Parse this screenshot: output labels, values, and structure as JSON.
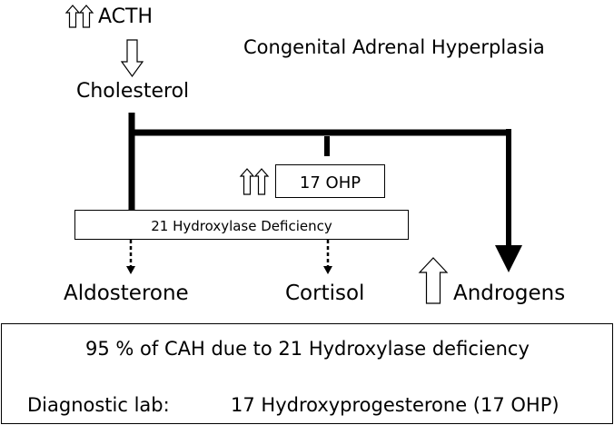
{
  "title": "Congenital Adrenal Hyperplasia",
  "nodes": {
    "acth": "ACTH",
    "cholesterol": "Cholesterol",
    "ohp": "17 OHP",
    "deficiency": "21 Hydroxylase Deficiency",
    "aldosterone": "Aldosterone",
    "cortisol": "Cortisol",
    "androgens": "Androgens"
  },
  "summary": {
    "line1": "95 % of CAH due to 21 Hydroxylase deficiency",
    "line2_prefix": "Diagnostic lab:",
    "line2_suffix": "17 Hydroxyprogesterone (17 OHP)"
  },
  "icons": {
    "increase": "up-arrow-icon",
    "strong_increase": "double-up-arrow-icon",
    "leads_to": "down-arrow-icon"
  }
}
